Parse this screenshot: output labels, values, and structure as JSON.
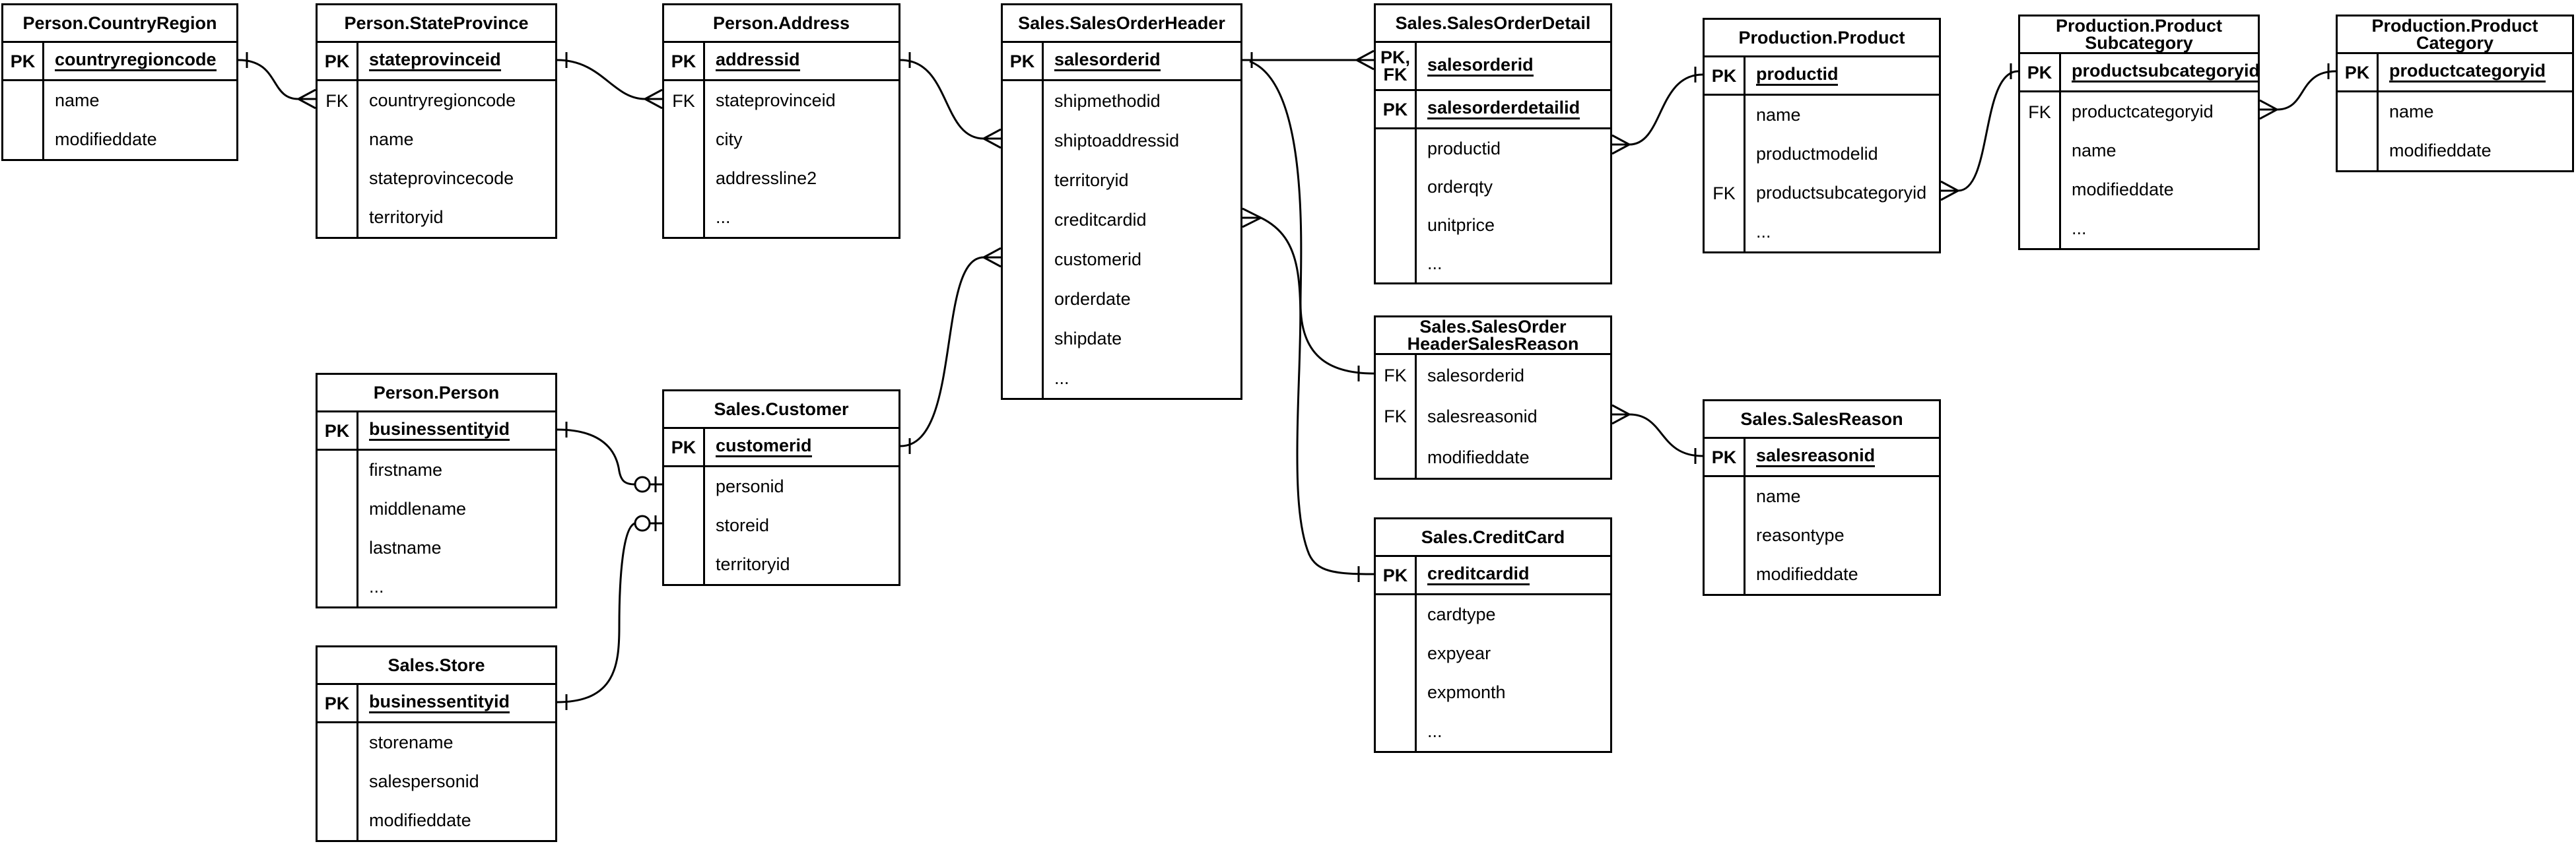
{
  "diagram": {
    "background_color": "#ffffff",
    "line_color": "#000000",
    "entities": [
      {
        "id": "person-countryregion",
        "title": "Person.CountryRegion",
        "title_lines": [
          "Person.CountryRegion"
        ],
        "key_rows": [
          {
            "labels": [
              "PK"
            ],
            "field": "countryregioncode"
          }
        ],
        "attr_rows": [
          {
            "label": "",
            "field": "name"
          },
          {
            "label": "",
            "field": "modifieddate"
          }
        ]
      },
      {
        "id": "person-stateprovince",
        "title": "Person.StateProvince",
        "title_lines": [
          "Person.StateProvince"
        ],
        "key_rows": [
          {
            "labels": [
              "PK"
            ],
            "field": "stateprovinceid"
          }
        ],
        "attr_rows": [
          {
            "label": "FK",
            "field": "countryregioncode"
          },
          {
            "label": "",
            "field": "name"
          },
          {
            "label": "",
            "field": "stateprovincecode"
          },
          {
            "label": "",
            "field": "territoryid"
          }
        ]
      },
      {
        "id": "person-address",
        "title": "Person.Address",
        "title_lines": [
          "Person.Address"
        ],
        "key_rows": [
          {
            "labels": [
              "PK"
            ],
            "field": "addressid"
          }
        ],
        "attr_rows": [
          {
            "label": "FK",
            "field": "stateprovinceid"
          },
          {
            "label": "",
            "field": "city"
          },
          {
            "label": "",
            "field": "addressline2"
          },
          {
            "label": "",
            "field": "..."
          }
        ]
      },
      {
        "id": "sales-salesorderheader",
        "title": "Sales.SalesOrderHeader",
        "title_lines": [
          "Sales.SalesOrderHeader"
        ],
        "key_rows": [
          {
            "labels": [
              "PK"
            ],
            "field": "salesorderid"
          }
        ],
        "attr_rows": [
          {
            "label": "",
            "field": "shipmethodid"
          },
          {
            "label": "",
            "field": "shiptoaddressid"
          },
          {
            "label": "",
            "field": "territoryid"
          },
          {
            "label": "",
            "field": "creditcardid"
          },
          {
            "label": "",
            "field": "customerid"
          },
          {
            "label": "",
            "field": "orderdate"
          },
          {
            "label": "",
            "field": "shipdate"
          },
          {
            "label": "",
            "field": "..."
          }
        ]
      },
      {
        "id": "sales-salesorderdetail",
        "title": "Sales.SalesOrderDetail",
        "title_lines": [
          "Sales.SalesOrderDetail"
        ],
        "key_rows": [
          {
            "labels": [
              "PK,",
              "FK"
            ],
            "field": "salesorderid"
          },
          {
            "labels": [
              "PK"
            ],
            "field": "salesorderdetailid"
          }
        ],
        "attr_rows": [
          {
            "label": "",
            "field": "productid"
          },
          {
            "label": "",
            "field": "orderqty"
          },
          {
            "label": "",
            "field": "unitprice"
          },
          {
            "label": "",
            "field": "..."
          }
        ]
      },
      {
        "id": "production-product",
        "title": "Production.Product",
        "title_lines": [
          "Production.Product"
        ],
        "key_rows": [
          {
            "labels": [
              "PK"
            ],
            "field": "productid"
          }
        ],
        "attr_rows": [
          {
            "label": "",
            "field": "name"
          },
          {
            "label": "",
            "field": "productmodelid"
          },
          {
            "label": "FK",
            "field": "productsubcategoryid"
          },
          {
            "label": "",
            "field": "..."
          }
        ]
      },
      {
        "id": "production-productsubcategory",
        "title": "Production.ProductSubcategory",
        "title_lines": [
          "Production.Product",
          "Subcategory"
        ],
        "key_rows": [
          {
            "labels": [
              "PK"
            ],
            "field": "productsubcategoryid"
          }
        ],
        "attr_rows": [
          {
            "label": "FK",
            "field": "productcategoryid"
          },
          {
            "label": "",
            "field": "name"
          },
          {
            "label": "",
            "field": "modifieddate"
          },
          {
            "label": "",
            "field": "..."
          }
        ]
      },
      {
        "id": "production-productcategory",
        "title": "Production.ProductCategory",
        "title_lines": [
          "Production.Product",
          "Category"
        ],
        "key_rows": [
          {
            "labels": [
              "PK"
            ],
            "field": "productcategoryid"
          }
        ],
        "attr_rows": [
          {
            "label": "",
            "field": "name"
          },
          {
            "label": "",
            "field": "modifieddate"
          }
        ]
      },
      {
        "id": "person-person",
        "title": "Person.Person",
        "title_lines": [
          "Person.Person"
        ],
        "key_rows": [
          {
            "labels": [
              "PK"
            ],
            "field": "businessentityid"
          }
        ],
        "attr_rows": [
          {
            "label": "",
            "field": "firstname"
          },
          {
            "label": "",
            "field": "middlename"
          },
          {
            "label": "",
            "field": "lastname"
          },
          {
            "label": "",
            "field": "..."
          }
        ]
      },
      {
        "id": "sales-customer",
        "title": "Sales.Customer",
        "title_lines": [
          "Sales.Customer"
        ],
        "key_rows": [
          {
            "labels": [
              "PK"
            ],
            "field": "customerid"
          }
        ],
        "attr_rows": [
          {
            "label": "",
            "field": "personid"
          },
          {
            "label": "",
            "field": "storeid"
          },
          {
            "label": "",
            "field": "territoryid"
          }
        ]
      },
      {
        "id": "sales-salesorderheadersalesreason",
        "title": "Sales.SalesOrderHeaderSalesReason",
        "title_lines": [
          "Sales.SalesOrder",
          "HeaderSalesReason"
        ],
        "key_rows": [],
        "attr_rows": [
          {
            "label": "FK",
            "field": "salesorderid"
          },
          {
            "label": "FK",
            "field": "salesreasonid"
          },
          {
            "label": "",
            "field": "modifieddate"
          }
        ]
      },
      {
        "id": "sales-salesreason",
        "title": "Sales.SalesReason",
        "title_lines": [
          "Sales.SalesReason"
        ],
        "key_rows": [
          {
            "labels": [
              "PK"
            ],
            "field": "salesreasonid"
          }
        ],
        "attr_rows": [
          {
            "label": "",
            "field": "name"
          },
          {
            "label": "",
            "field": "reasontype"
          },
          {
            "label": "",
            "field": "modifieddate"
          }
        ]
      },
      {
        "id": "sales-creditcard",
        "title": "Sales.CreditCard",
        "title_lines": [
          "Sales.CreditCard"
        ],
        "key_rows": [
          {
            "labels": [
              "PK"
            ],
            "field": "creditcardid"
          }
        ],
        "attr_rows": [
          {
            "label": "",
            "field": "cardtype"
          },
          {
            "label": "",
            "field": "expyear"
          },
          {
            "label": "",
            "field": "expmonth"
          },
          {
            "label": "",
            "field": "..."
          }
        ]
      },
      {
        "id": "sales-store",
        "title": "Sales.Store",
        "title_lines": [
          "Sales.Store"
        ],
        "key_rows": [
          {
            "labels": [
              "PK"
            ],
            "field": "businessentityid"
          }
        ],
        "attr_rows": [
          {
            "label": "",
            "field": "storename"
          },
          {
            "label": "",
            "field": "salespersonid"
          },
          {
            "label": "",
            "field": "modifieddate"
          }
        ]
      }
    ],
    "relationships": [
      {
        "from": "Person.CountryRegion",
        "from_field": "countryregioncode",
        "from_end": "one",
        "to": "Person.StateProvince",
        "to_field": "countryregioncode",
        "to_end": "many"
      },
      {
        "from": "Person.StateProvince",
        "from_field": "stateprovinceid",
        "from_end": "one",
        "to": "Person.Address",
        "to_field": "stateprovinceid",
        "to_end": "many"
      },
      {
        "from": "Person.Address",
        "from_field": "addressid",
        "from_end": "one",
        "to": "Sales.SalesOrderHeader",
        "to_field": "shiptoaddressid",
        "to_end": "many"
      },
      {
        "from": "Sales.Customer",
        "from_field": "customerid",
        "from_end": "one",
        "to": "Sales.SalesOrderHeader",
        "to_field": "customerid",
        "to_end": "many"
      },
      {
        "from": "Sales.SalesOrderHeader",
        "from_field": "salesorderid",
        "from_end": "one",
        "to": "Sales.SalesOrderDetail",
        "to_field": "salesorderid",
        "to_end": "many"
      },
      {
        "from": "Sales.SalesOrderHeader",
        "from_field": "salesorderid",
        "from_end": "one",
        "to": "Sales.SalesOrderHeaderSalesReason",
        "to_field": "salesorderid",
        "to_end": "one"
      },
      {
        "from": "Sales.SalesOrderHeader",
        "from_field": "creditcardid",
        "from_end": "many",
        "to": "Sales.CreditCard",
        "to_field": "creditcardid",
        "to_end": "one"
      },
      {
        "from": "Sales.SalesOrderDetail",
        "from_field": "productid",
        "from_end": "many",
        "to": "Production.Product",
        "to_field": "productid",
        "to_end": "one"
      },
      {
        "from": "Production.Product",
        "from_field": "productsubcategoryid",
        "from_end": "many",
        "to": "Production.ProductSubcategory",
        "to_field": "productsubcategoryid",
        "to_end": "one"
      },
      {
        "from": "Production.ProductSubcategory",
        "from_field": "productcategoryid",
        "from_end": "many",
        "to": "Production.ProductCategory",
        "to_field": "productcategoryid",
        "to_end": "one"
      },
      {
        "from": "Sales.SalesOrderHeaderSalesReason",
        "from_field": "salesreasonid",
        "from_end": "many",
        "to": "Sales.SalesReason",
        "to_field": "salesreasonid",
        "to_end": "one"
      },
      {
        "from": "Person.Person",
        "from_field": "businessentityid",
        "from_end": "one",
        "to": "Sales.Customer",
        "to_field": "personid",
        "to_end": "zero-or-one"
      },
      {
        "from": "Sales.Store",
        "from_field": "businessentityid",
        "from_end": "one",
        "to": "Sales.Customer",
        "to_field": "storeid",
        "to_end": "zero-or-one"
      }
    ]
  }
}
